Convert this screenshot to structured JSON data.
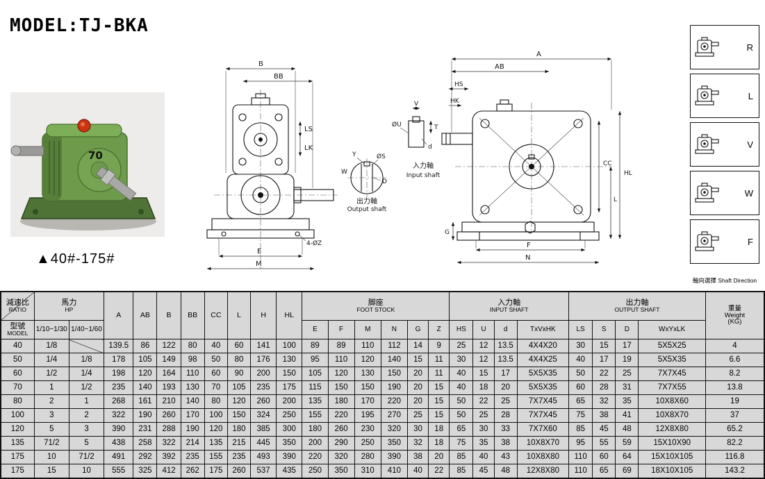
{
  "title": "MODEL:TJ-BKA",
  "photo": {
    "caption": "▲40#-175#",
    "badge": "70"
  },
  "drawings": {
    "front": {
      "b": "B",
      "bb": "BB",
      "ls": "LS",
      "lk": "LK",
      "e": "E",
      "m": "M",
      "z": "4-ØZ"
    },
    "output_detail": {
      "y": "Y",
      "w": "W",
      "s": "ØS",
      "d": "D",
      "cn": "出力軸",
      "en": "Output shaft"
    },
    "input_detail": {
      "v": "V",
      "t": "T",
      "u": "ØU",
      "d": "d",
      "cn": "入力軸",
      "en": "Input shaft"
    },
    "side": {
      "a": "A",
      "ab": "AB",
      "hs": "HS",
      "hk": "HK",
      "cc": "CC",
      "hl": "HL",
      "l": "L",
      "g": "G",
      "f": "F",
      "n": "N"
    }
  },
  "shaft_directions": {
    "items": [
      "R",
      "L",
      "V",
      "W",
      "F"
    ],
    "caption_cn": "軸向選擇",
    "caption_en": "Shaft Direction"
  },
  "table": {
    "header": {
      "ratio_cn": "減速比",
      "ratio_en": "RATIO",
      "hp_cn": "馬力",
      "hp_en": "HP",
      "model_cn": "型號",
      "model_en": "MODEL",
      "hp_cols": [
        "1/10~1/30",
        "1/40~1/60"
      ],
      "dim_cols": [
        "A",
        "AB",
        "B",
        "BB",
        "CC",
        "L",
        "H",
        "HL"
      ],
      "foot_cn": "脚座",
      "foot_en": "FOOT STOCK",
      "foot_cols": [
        "E",
        "F",
        "M",
        "N",
        "G",
        "Z"
      ],
      "input_cn": "入力軸",
      "input_en": "INPUT SHAFT",
      "input_cols": [
        "HS",
        "U",
        "d",
        "TxVxHK"
      ],
      "output_cn": "出力軸",
      "output_en": "OUTPUT SHAFT",
      "output_cols": [
        "LS",
        "S",
        "D",
        "WxYxLK"
      ],
      "weight_cn": "重量",
      "weight_en": "Weight",
      "weight_unit": "(KG)"
    },
    "rows": [
      [
        "40",
        "1/8",
        "",
        "139.5",
        "86",
        "122",
        "80",
        "40",
        "60",
        "141",
        "100",
        "89",
        "89",
        "110",
        "112",
        "14",
        "9",
        "25",
        "12",
        "13.5",
        "4X4X20",
        "30",
        "15",
        "17",
        "5X5X25",
        "4"
      ],
      [
        "50",
        "1/4",
        "1/8",
        "178",
        "105",
        "149",
        "98",
        "50",
        "80",
        "176",
        "130",
        "95",
        "110",
        "120",
        "140",
        "15",
        "11",
        "30",
        "12",
        "13.5",
        "4X4X25",
        "40",
        "17",
        "19",
        "5X5X35",
        "6.6"
      ],
      [
        "60",
        "1/2",
        "1/4",
        "198",
        "120",
        "164",
        "110",
        "60",
        "90",
        "200",
        "150",
        "105",
        "120",
        "130",
        "150",
        "20",
        "11",
        "40",
        "15",
        "17",
        "5X5X35",
        "50",
        "22",
        "25",
        "7X7X45",
        "8.2"
      ],
      [
        "70",
        "1",
        "1/2",
        "235",
        "140",
        "193",
        "130",
        "70",
        "105",
        "235",
        "175",
        "115",
        "150",
        "150",
        "190",
        "20",
        "15",
        "40",
        "18",
        "20",
        "5X5X35",
        "60",
        "28",
        "31",
        "7X7X55",
        "13.8"
      ],
      [
        "80",
        "2",
        "1",
        "268",
        "161",
        "210",
        "140",
        "80",
        "120",
        "260",
        "200",
        "135",
        "180",
        "170",
        "220",
        "20",
        "15",
        "50",
        "22",
        "25",
        "7X7X45",
        "65",
        "32",
        "35",
        "10X8X60",
        "19"
      ],
      [
        "100",
        "3",
        "2",
        "322",
        "190",
        "260",
        "170",
        "100",
        "150",
        "324",
        "250",
        "155",
        "220",
        "195",
        "270",
        "25",
        "15",
        "50",
        "25",
        "28",
        "7X7X45",
        "75",
        "38",
        "41",
        "10X8X70",
        "37"
      ],
      [
        "120",
        "5",
        "3",
        "390",
        "231",
        "288",
        "190",
        "120",
        "180",
        "385",
        "300",
        "180",
        "260",
        "230",
        "320",
        "30",
        "18",
        "65",
        "30",
        "33",
        "7X7X60",
        "85",
        "45",
        "48",
        "12X8X80",
        "65.2"
      ],
      [
        "135",
        "71/2",
        "5",
        "438",
        "258",
        "322",
        "214",
        "135",
        "215",
        "445",
        "350",
        "200",
        "290",
        "250",
        "350",
        "32",
        "18",
        "75",
        "35",
        "38",
        "10X8X70",
        "95",
        "55",
        "59",
        "15X10X90",
        "82.2"
      ],
      [
        "175",
        "10",
        "71/2",
        "491",
        "292",
        "392",
        "235",
        "155",
        "235",
        "493",
        "390",
        "220",
        "320",
        "280",
        "390",
        "38",
        "20",
        "85",
        "40",
        "43",
        "10X8X80",
        "110",
        "60",
        "64",
        "15X10X105",
        "116.8"
      ],
      [
        "175",
        "15",
        "10",
        "555",
        "325",
        "412",
        "262",
        "175",
        "260",
        "537",
        "435",
        "250",
        "350",
        "310",
        "410",
        "40",
        "22",
        "85",
        "45",
        "48",
        "12X8X80",
        "110",
        "65",
        "69",
        "18X10X105",
        "143.2"
      ]
    ]
  }
}
